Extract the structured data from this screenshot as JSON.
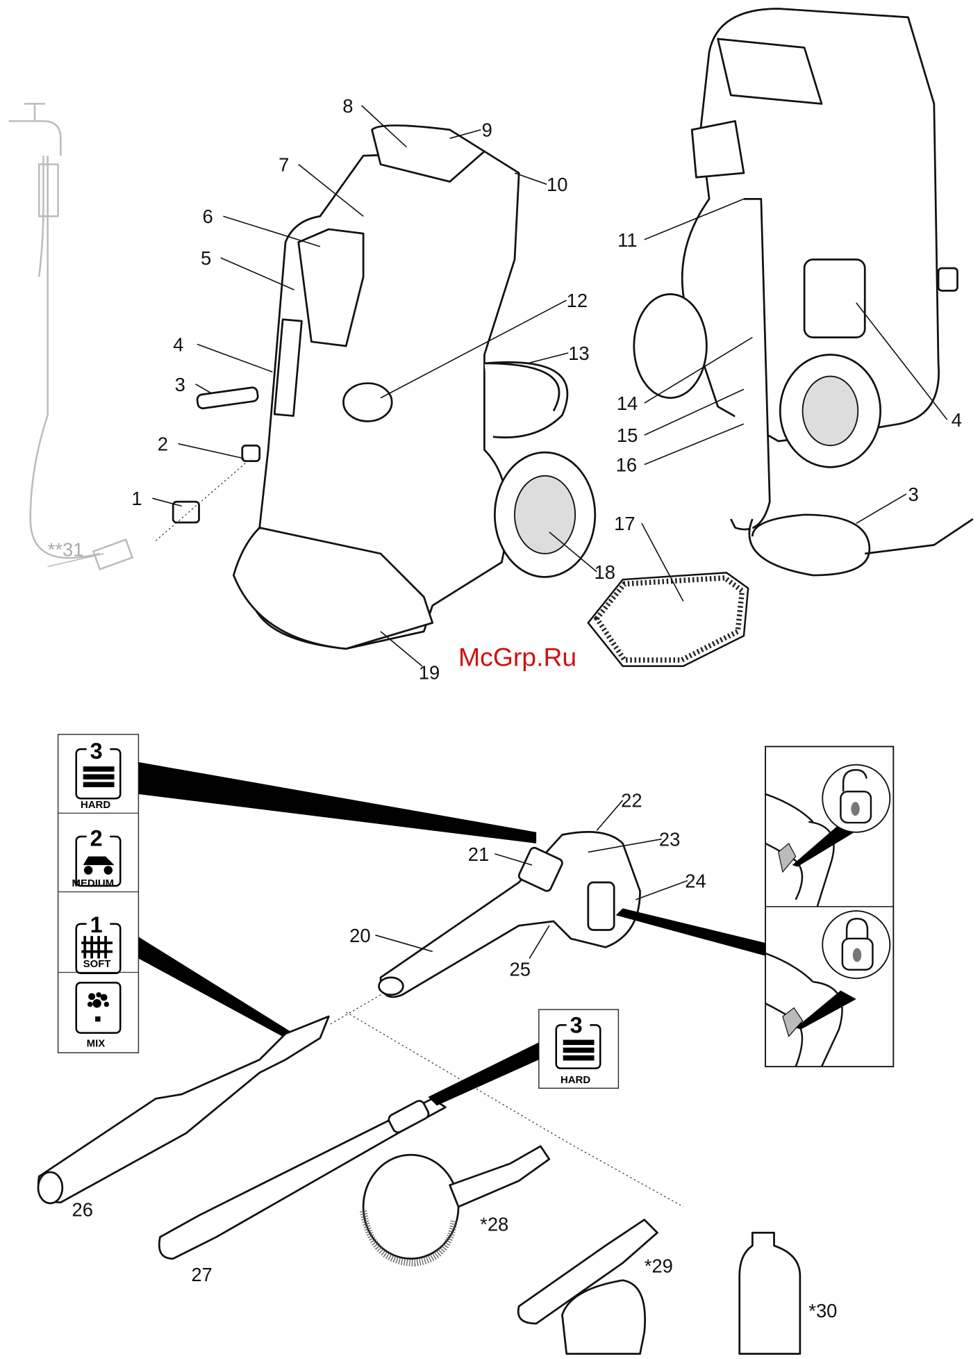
{
  "watermark": "McGrp.Ru",
  "callouts_top": {
    "c1": "1",
    "c2": "2",
    "c3": "3",
    "c4": "4",
    "c5": "5",
    "c6": "6",
    "c7": "7",
    "c8": "8",
    "c9": "9",
    "c10": "10",
    "c11": "11",
    "c12": "12",
    "c13": "13",
    "c14": "14",
    "c15": "15",
    "c16": "16",
    "c17": "17",
    "c18": "18",
    "c19": "19",
    "c3b": "3",
    "c4b": "4",
    "c31": "**31"
  },
  "callouts_bottom": {
    "c20": "20",
    "c21": "21",
    "c22": "22",
    "c23": "23",
    "c24": "24",
    "c25": "25",
    "c26": "26",
    "c27": "27",
    "c28": "*28",
    "c29": "*29",
    "c30": "*30"
  },
  "pressure_panel": [
    {
      "number": "3",
      "label": "HARD",
      "icon": "brick-wall-icon"
    },
    {
      "number": "2",
      "label": "MEDIUM",
      "icon": "car-icon"
    },
    {
      "number": "1",
      "label": "SOFT",
      "icon": "fence-icon"
    },
    {
      "number": "",
      "label": "MIX",
      "icon": "detergent-spray-icon"
    }
  ],
  "nozzle_badge": {
    "number": "3",
    "label": "HARD"
  },
  "lock_panel": [
    {
      "state": "unlocked",
      "icon": "padlock-open-icon"
    },
    {
      "state": "locked",
      "icon": "padlock-closed-icon"
    }
  ],
  "colors": {
    "watermark": "#d01010",
    "line": "#111111",
    "accessory_faint": "#bbbbbb"
  }
}
